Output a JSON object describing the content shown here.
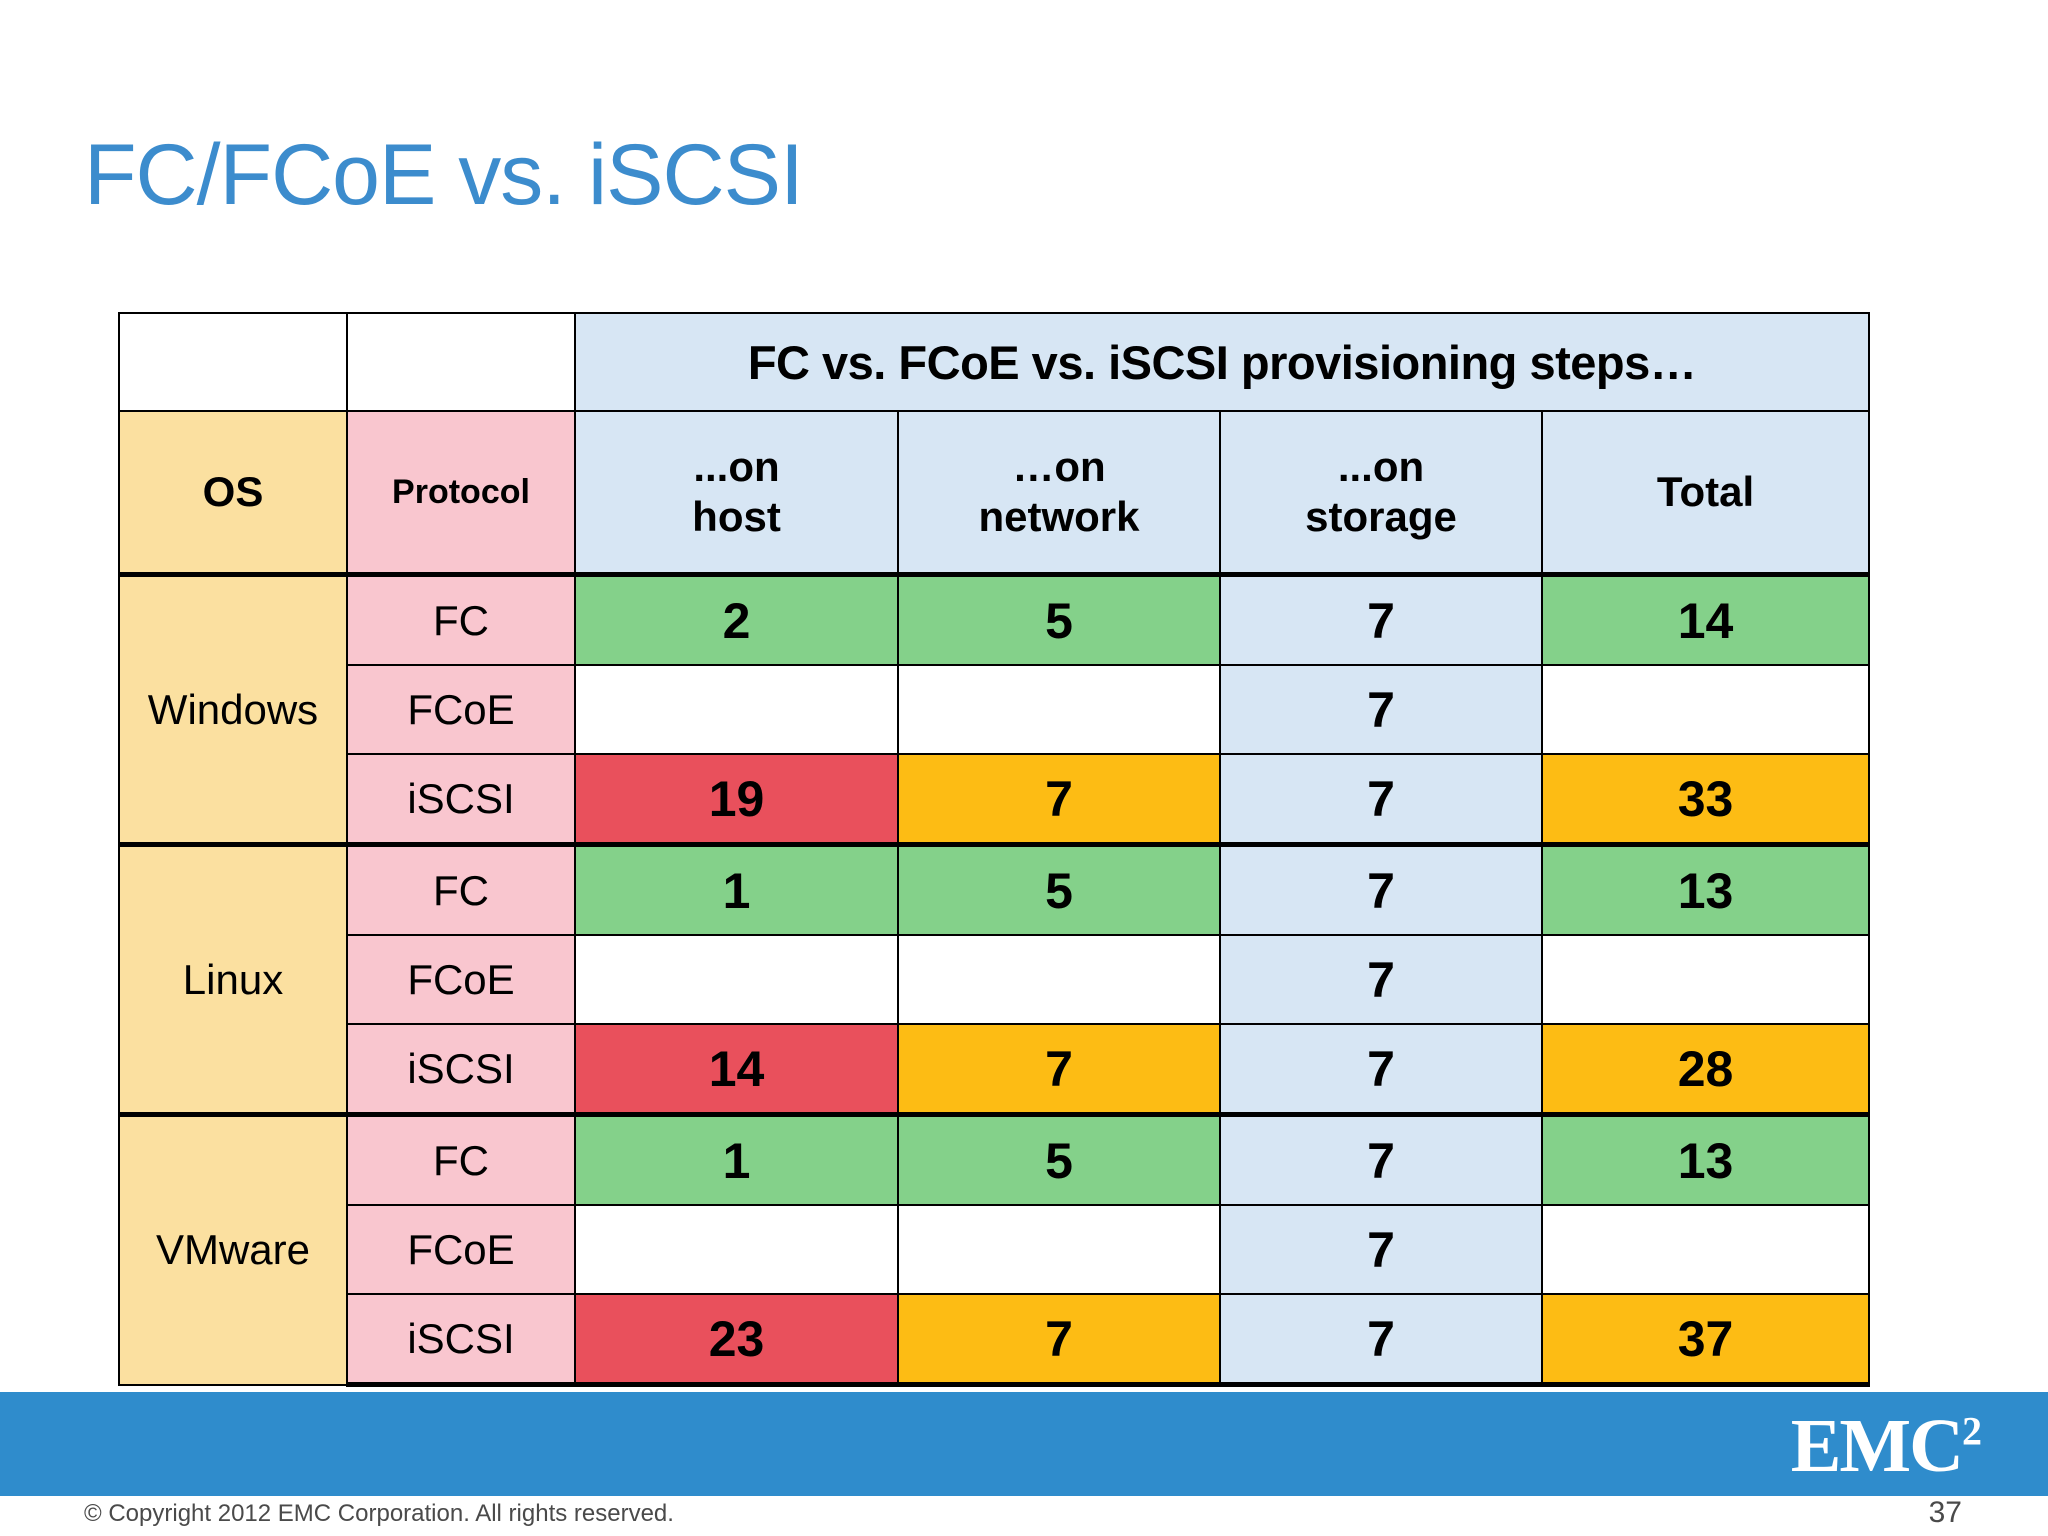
{
  "slide": {
    "title": "FC/FCoE vs. iSCSI",
    "title_color": "#3c8ccd"
  },
  "table": {
    "banner": "FC vs. FCoE vs. iSCSI provisioning steps…",
    "headers": {
      "os": "OS",
      "protocol": "Protocol",
      "host_line1": "...on",
      "host_line2": "host",
      "network_line1": "…on",
      "network_line2": "network",
      "storage_line1": "...on",
      "storage_line2": "storage",
      "total": "Total"
    },
    "colors": {
      "os_header": "#fbe0a0",
      "protocol_header": "#f9c6cf",
      "column_header": "#d7e6f4",
      "good": "#84d18a",
      "bad": "#e9505c",
      "warn": "#fdbc14",
      "neutral": "#d7e6f4",
      "empty": "#ffffff"
    },
    "groups": [
      {
        "os": "Windows",
        "rows": [
          {
            "protocol": "FC",
            "host": "2",
            "host_color": "green",
            "network": "5",
            "network_color": "green",
            "storage": "7",
            "storage_color": "blue",
            "total": "14",
            "total_color": "green"
          },
          {
            "protocol": "FCoE",
            "host": "",
            "host_color": "white",
            "network": "",
            "network_color": "white",
            "storage": "7",
            "storage_color": "blue",
            "total": "",
            "total_color": "white"
          },
          {
            "protocol": "iSCSI",
            "host": "19",
            "host_color": "red",
            "network": "7",
            "network_color": "amber",
            "storage": "7",
            "storage_color": "blue",
            "total": "33",
            "total_color": "amber"
          }
        ]
      },
      {
        "os": "Linux",
        "rows": [
          {
            "protocol": "FC",
            "host": "1",
            "host_color": "green",
            "network": "5",
            "network_color": "green",
            "storage": "7",
            "storage_color": "blue",
            "total": "13",
            "total_color": "green"
          },
          {
            "protocol": "FCoE",
            "host": "",
            "host_color": "white",
            "network": "",
            "network_color": "white",
            "storage": "7",
            "storage_color": "blue",
            "total": "",
            "total_color": "white"
          },
          {
            "protocol": "iSCSI",
            "host": "14",
            "host_color": "red",
            "network": "7",
            "network_color": "amber",
            "storage": "7",
            "storage_color": "blue",
            "total": "28",
            "total_color": "amber"
          }
        ]
      },
      {
        "os": "VMware",
        "rows": [
          {
            "protocol": "FC",
            "host": "1",
            "host_color": "green",
            "network": "5",
            "network_color": "green",
            "storage": "7",
            "storage_color": "blue",
            "total": "13",
            "total_color": "green"
          },
          {
            "protocol": "FCoE",
            "host": "",
            "host_color": "white",
            "network": "",
            "network_color": "white",
            "storage": "7",
            "storage_color": "blue",
            "total": "",
            "total_color": "white"
          },
          {
            "protocol": "iSCSI",
            "host": "23",
            "host_color": "red",
            "network": "7",
            "network_color": "amber",
            "storage": "7",
            "storage_color": "blue",
            "total": "37",
            "total_color": "amber"
          }
        ]
      }
    ]
  },
  "footer": {
    "copyright": "© Copyright 2012 EMC Corporation. All rights reserved.",
    "page_number": "37",
    "logo_text": "EMC",
    "logo_superscript": "2",
    "bar_color": "#2f8ccc"
  },
  "chart_data": {
    "type": "table",
    "title": "FC vs. FCoE vs. iSCSI provisioning steps…",
    "columns": [
      "OS",
      "Protocol",
      "...on host",
      "…on network",
      "...on storage",
      "Total"
    ],
    "rows": [
      [
        "Windows",
        "FC",
        2,
        5,
        7,
        14
      ],
      [
        "Windows",
        "FCoE",
        null,
        null,
        7,
        null
      ],
      [
        "Windows",
        "iSCSI",
        19,
        7,
        7,
        33
      ],
      [
        "Linux",
        "FC",
        1,
        5,
        7,
        13
      ],
      [
        "Linux",
        "FCoE",
        null,
        null,
        7,
        null
      ],
      [
        "Linux",
        "iSCSI",
        14,
        7,
        7,
        28
      ],
      [
        "VMware",
        "FC",
        1,
        5,
        7,
        13
      ],
      [
        "VMware",
        "FCoE",
        null,
        null,
        7,
        null
      ],
      [
        "VMware",
        "iSCSI",
        23,
        7,
        7,
        37
      ]
    ]
  }
}
